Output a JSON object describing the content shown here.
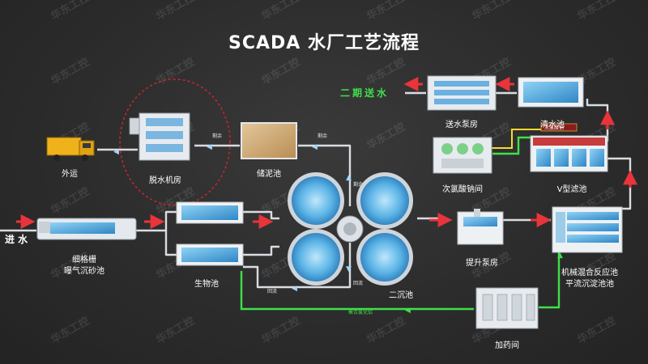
{
  "title": "SCADA 水厂工艺流程",
  "watermark": "华东工控",
  "flow": {
    "inlet": "进 水",
    "outlet": "二期送水",
    "sludge_surplus": "剩余",
    "return_sludge": "回流",
    "hypochlorite": "次氯酸钠",
    "pac": "聚合氯化铝"
  },
  "units": {
    "transport": "外运",
    "dewatering": "脱水机房",
    "sludge_tank": "储泥池",
    "screen_line1": "细格栅",
    "screen_line2": "曝气沉砂池",
    "bio_tank": "生物池",
    "secondary_clarifier": "二沉池",
    "lift_pump": "提升泵房",
    "mixing_line1": "机械混合反应池",
    "mixing_line2": "平流沉淀池池",
    "dosing": "加药间",
    "hypochlorite_room": "次氯酸钠间",
    "v_filter": "V型滤池",
    "clear_water": "清水池",
    "pump_house": "送水泵房"
  },
  "colors": {
    "pipe": "#d9dde2",
    "pipe_green": "#3fe04a",
    "arrow_red": "#e8343a",
    "pipe_yellow": "#f2dc2c",
    "water": "#5ab3e6",
    "highlight": "#c4262e"
  }
}
